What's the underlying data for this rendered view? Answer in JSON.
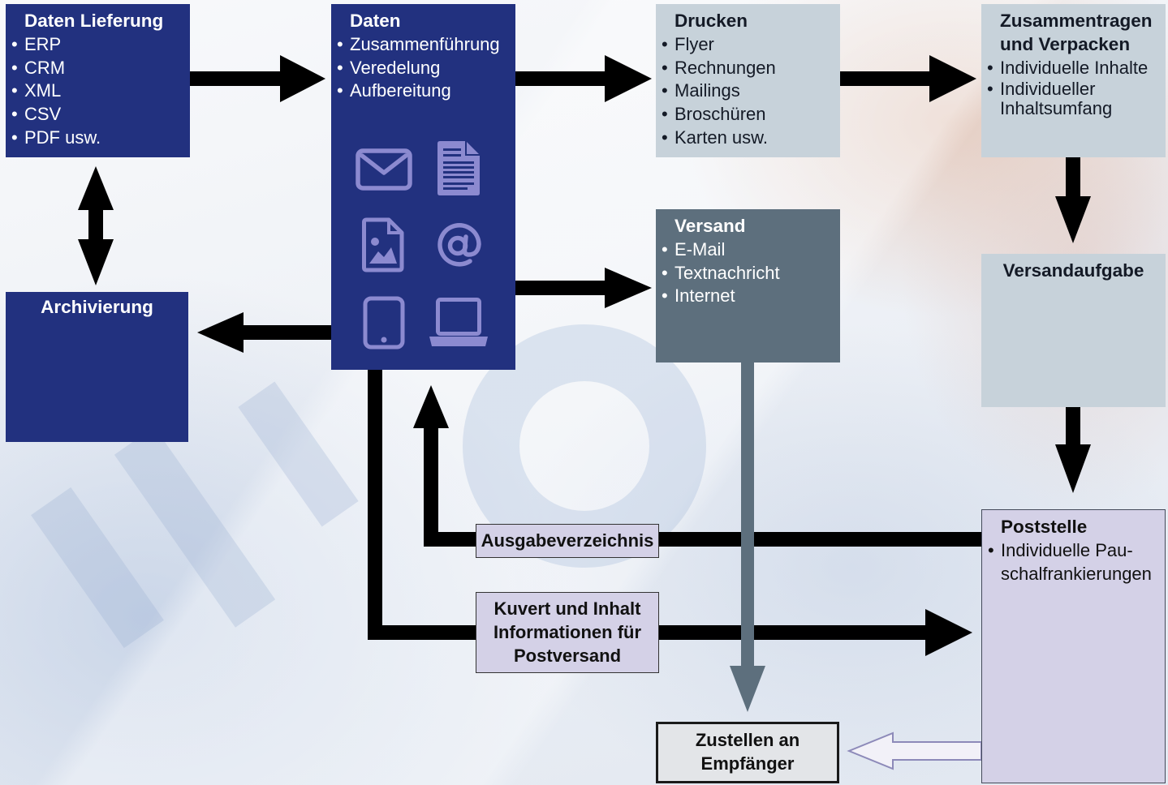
{
  "boxes": {
    "daten_lieferung": {
      "title": "Daten Lieferung",
      "items": [
        "ERP",
        "CRM",
        "XML",
        "CSV",
        "PDF usw."
      ]
    },
    "daten": {
      "title": "Daten",
      "items": [
        "Zusammenführung",
        "Veredelung",
        "Aufbereitung"
      ],
      "icons": [
        "envelope-icon",
        "document-icon",
        "image-file-icon",
        "at-sign-icon",
        "tablet-icon",
        "laptop-icon"
      ]
    },
    "drucken": {
      "title": "Drucken",
      "items": [
        "Flyer",
        "Rechnungen",
        "Mailings",
        "Broschüren",
        "Karten usw."
      ]
    },
    "zusammentragen": {
      "title": "Zusammentragen und Verpacken",
      "items": [
        "Individuelle Inhalte",
        "Individueller Inhaltsumfang"
      ]
    },
    "archivierung": {
      "title": "Archivierung"
    },
    "versand": {
      "title": "Versand",
      "items": [
        "E-Mail",
        "Textnachricht",
        "Internet"
      ]
    },
    "versandaufgabe": {
      "title": "Versandaufgabe"
    },
    "poststelle": {
      "title": "Poststelle",
      "item_lines": [
        "Individuelle Pau-",
        "schalfrankierungen"
      ]
    },
    "zustellen": {
      "lines": [
        "Zustellen an",
        "Empfänger"
      ]
    }
  },
  "labels": {
    "ausgabeverzeichnis": "Ausgabeverzeichnis",
    "kuvert_lines": [
      "Kuvert und Inhalt",
      "Informationen für",
      "Postversand"
    ]
  },
  "colors": {
    "dark_blue_box": "#22317f",
    "light_box": "#c7d2da",
    "versand_box": "#5d6f7d",
    "lavender_box": "#d4d1e7",
    "icon": "#8c8ad0",
    "arrow": "#000000"
  }
}
